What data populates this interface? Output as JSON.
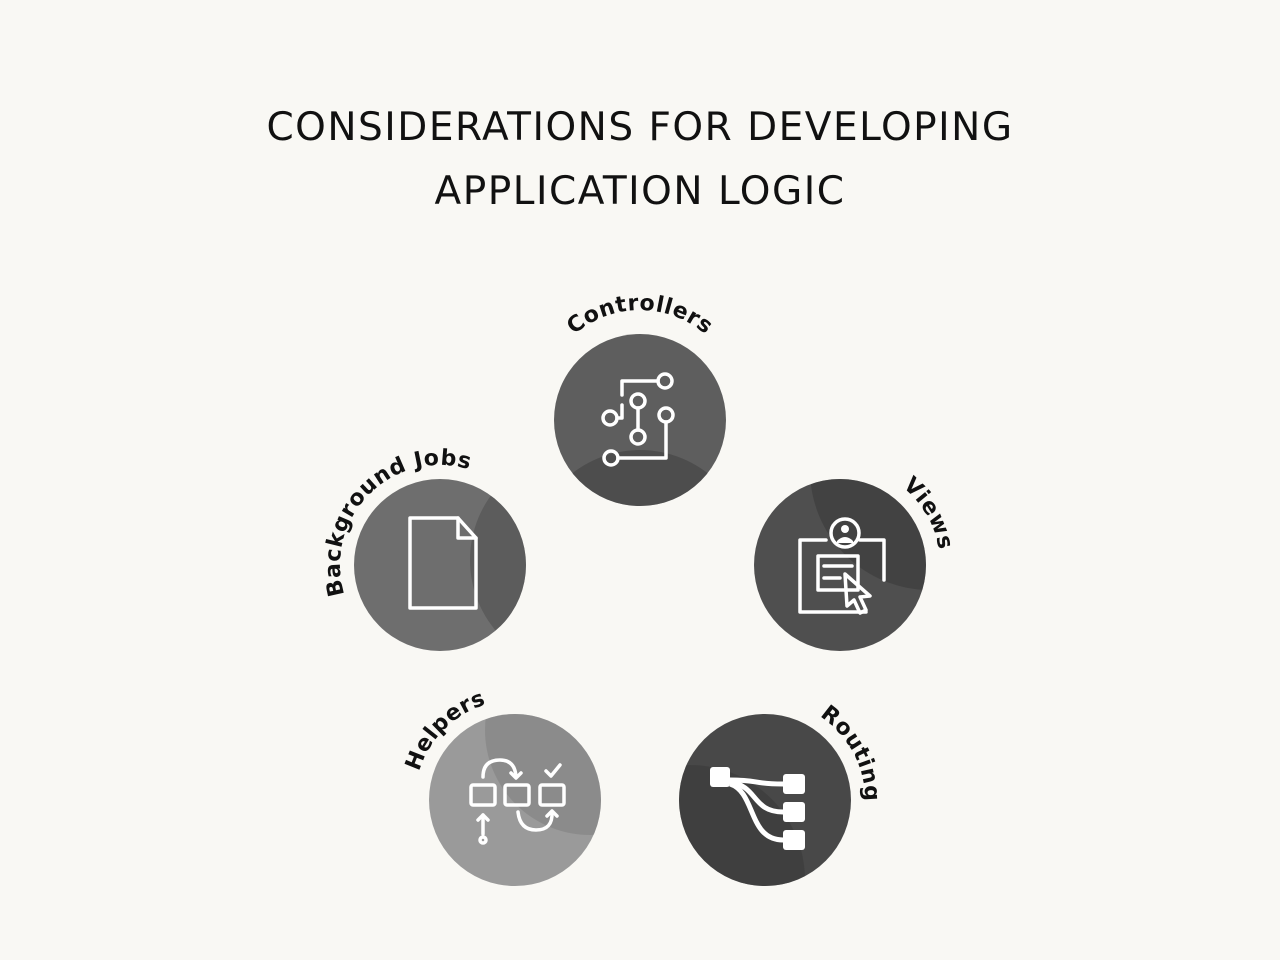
{
  "title": {
    "line1": "CONSIDERATIONS FOR DEVELOPING",
    "line2": "APPLICATION LOGIC"
  },
  "nodes": [
    {
      "id": "controllers",
      "label": "Controllers",
      "icon": "circuit-icon",
      "fill": "#5e5e5e"
    },
    {
      "id": "views",
      "label": "Views",
      "icon": "profile-cursor-icon",
      "fill": "#4f4f4f"
    },
    {
      "id": "routing",
      "label": "Routing",
      "icon": "flow-branch-icon",
      "fill": "#484848"
    },
    {
      "id": "helpers",
      "label": "Helpers",
      "icon": "workflow-steps-icon",
      "fill": "#9a9a9a"
    },
    {
      "id": "background_jobs",
      "label": "Background Jobs",
      "icon": "document-icon",
      "fill": "#6e6e6e"
    }
  ]
}
